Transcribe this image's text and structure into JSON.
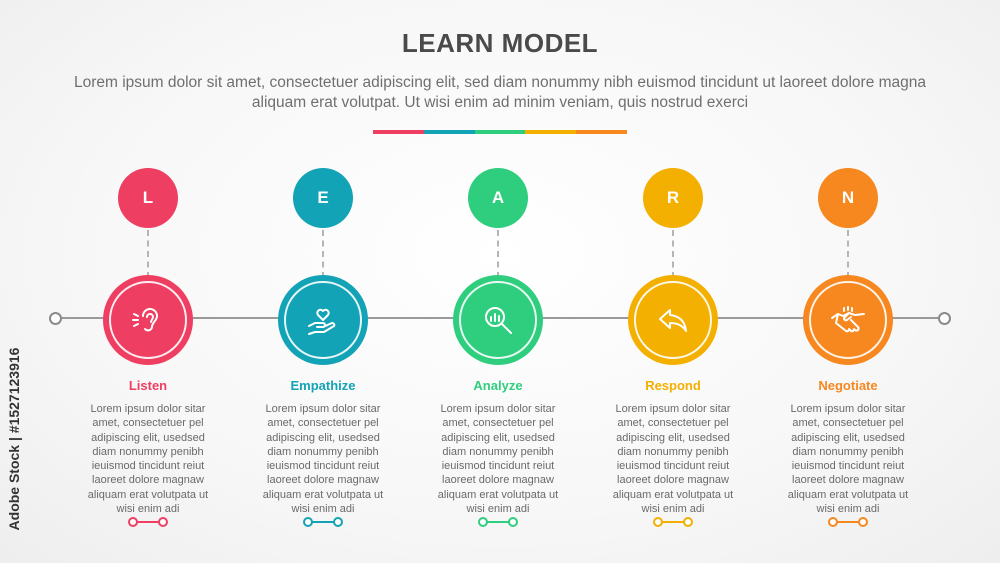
{
  "header": {
    "title": "LEARN MODEL",
    "subtitle": "Lorem ipsum dolor sit amet, consectetuer adipiscing elit, sed diam nonummy nibh euismod tincidunt ut laoreet dolore magna aliquam erat volutpat. Ut wisi enim ad minim veniam, quis nostrud exerci"
  },
  "colors": {
    "red": "#ee3f63",
    "teal": "#13a3b6",
    "green": "#2fce7e",
    "yellow": "#f4b000",
    "orange": "#f7871f"
  },
  "steps": [
    {
      "letter": "L",
      "label": "Listen",
      "icon": "ear-icon",
      "color": "#ee3f63",
      "description": "Lorem ipsum dolor sitar amet, consectetuer pel adipiscing elit, usedsed diam nonummy penibh ieuismod tincidunt reiut laoreet dolore magnaw aliquam erat volutpata ut wisi enim adi"
    },
    {
      "letter": "E",
      "label": "Empathize",
      "icon": "heart-hand-icon",
      "color": "#13a3b6",
      "description": "Lorem ipsum dolor sitar amet, consectetuer pel adipiscing elit, usedsed diam nonummy penibh ieuismod tincidunt reiut laoreet dolore magnaw aliquam erat volutpata ut wisi enim adi"
    },
    {
      "letter": "A",
      "label": "Analyze",
      "icon": "magnify-chart-icon",
      "color": "#2fce7e",
      "description": "Lorem ipsum dolor sitar amet, consectetuer pel adipiscing elit, usedsed diam nonummy penibh ieuismod tincidunt reiut laoreet dolore magnaw aliquam erat volutpata ut wisi enim adi"
    },
    {
      "letter": "R",
      "label": "Respond",
      "icon": "reply-arrow-icon",
      "color": "#f4b000",
      "description": "Lorem ipsum dolor sitar amet, consectetuer pel adipiscing elit, usedsed diam nonummy penibh ieuismod tincidunt reiut laoreet dolore magnaw aliquam erat volutpata ut wisi enim adi"
    },
    {
      "letter": "N",
      "label": "Negotiate",
      "icon": "handshake-icon",
      "color": "#f7871f",
      "description": "Lorem ipsum dolor sitar amet, consectetuer pel adipiscing elit, usedsed diam nonummy penibh ieuismod tincidunt reiut laoreet dolore magnaw aliquam erat volutpata ut wisi enim adi"
    }
  ],
  "watermark": {
    "side_text": "Adobe Stock | #1527123916"
  }
}
